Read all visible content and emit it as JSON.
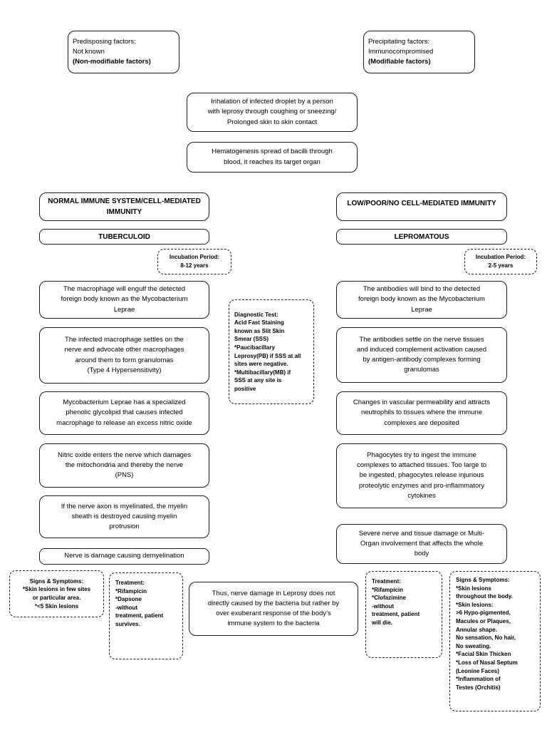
{
  "colors": {
    "border": "#1c1c1c",
    "background": "#ffffff",
    "text": "#000000"
  },
  "top": {
    "predisposing": {
      "text": "Predisposing factors:\nNot known",
      "note": "(Non-modifiable factors)"
    },
    "precipitating": {
      "text": "Precipitating factors:\nImmunocompromised",
      "note": "(Modifiable factors)"
    }
  },
  "transmission": {
    "inhalation": "Inhalation of infected droplet by a person\nwith leprosy through coughing or sneezing/\nProlonged skin to skin contact",
    "hematogenesis": "Hematogenesis spread of bacilli through\nblood, it reaches its target organ"
  },
  "diagnostic": "Diagnostic Test:\nAcid Fast Staining\nknown as Slit Skin\nSmear (SSS)\n*Paucibacillary\nLeprosy(PB) if SSS at all\nsites were negative.\n*Multibacillary(MB) if\nSSS at any site is\npositive",
  "left_pathway": {
    "header": "NORMAL IMMUNE SYSTEM/CELL-MEDIATED\nIMMUNITY",
    "type_label": "TUBERCULOID",
    "incubation": "Incubation Period:\n8-12 years",
    "steps": [
      "The macrophage will engulf the detected\nforeign body known as the Mycobacterium\nLeprae",
      "The infected macrophage settles on the\nnerve and advocate other macrophages\naround them to form granulomas\n(Type 4 Hypersensitivity)",
      "Mycobacterium Leprae has a specialized\nphenolic glycolipid that causes infected\nmacrophage to release an excess nitric oxide",
      "Nitric oxide enters the nerve which damages\nthe mitochondria and thereby the nerve\n(PNS)",
      "If the nerve axon is myelinated, the myelin\nsheath is destroyed causing myelin\nprotrusion",
      "Nerve is damage causing demyelination"
    ],
    "signs": "Signs & Symptoms:\n*Skin lesions in few sites\nor particular area.\n*<5 Skin lesions",
    "treatment": "Treatment:\n*Rifampicin\n*Dapsone\n-without\ntreatment, patient\nsurvives."
  },
  "right_pathway": {
    "header": "LOW/POOR/NO CELL-MEDIATED IMMUNITY",
    "type_label": "LEPROMATOUS",
    "incubation": "Incubation Period:\n2-5 years",
    "steps": [
      "The antibodies will bind to the detected\nforeign body known as the Mycobacterium\nLeprae",
      "The antibodies settle on the nerve tissues\nand induced complement activation caused\nby antigen-antibody complexes forming\ngranulomas",
      "Changes in vascular permeability and attracts\nneutrophils to tissues where the immune\ncomplexes are deposited",
      "Phagocytes try to ingest the immune\ncomplexes to attached tissues. Too large to\nbe ingested, phagocytes release injurious\nproteolytic enzymes and pro-inflammatory\ncytokines",
      "Severe nerve and tissue damage or Multi-\nOrgan involvement that affects the whole\nbody"
    ],
    "treatment": "Treatment:\n*Rifampicin\n*Clofazimine\n-without\ntreatment, patient\nwill die.",
    "signs": "Signs & Symptoms:\n*Skin lesions\nthroughout the body.\n*Skin lesions:\n>6 Hypo-pigmented,\nMacules or Plaques,\nAnnular shape.\nNo sensation, No hair,\nNo sweating.\n*Facial Skin Thicken\n*Loss of Nasal Septum\n(Leonine Faces)\n*Inflammation of\nTestes (Orchitis)"
  },
  "conclusion": "Thus, nerve damage in Leprosy does not\ndirectly caused by the bacteria but rather by\nover exuberant response of the body’s\nimmune system to the bacteria"
}
